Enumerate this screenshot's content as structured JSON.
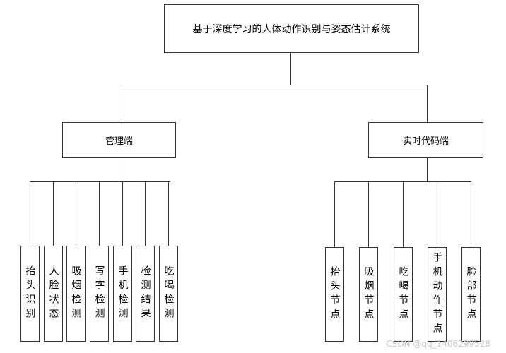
{
  "root": {
    "label": "基于深度学习的人体动作识别与姿态估计系统"
  },
  "branches": [
    {
      "label": "管理端",
      "children": [
        "抬头识别",
        "人脸状态",
        "吸烟检测",
        "写字检测",
        "手机检测",
        "检测结果",
        "吃喝检测"
      ]
    },
    {
      "label": "实时代码端",
      "children": [
        "抬头节点",
        "吸烟节点",
        "吃喝节点",
        "手机动作节点",
        "脸部节点"
      ]
    }
  ],
  "watermark": "CSDN @qq_1406299528"
}
